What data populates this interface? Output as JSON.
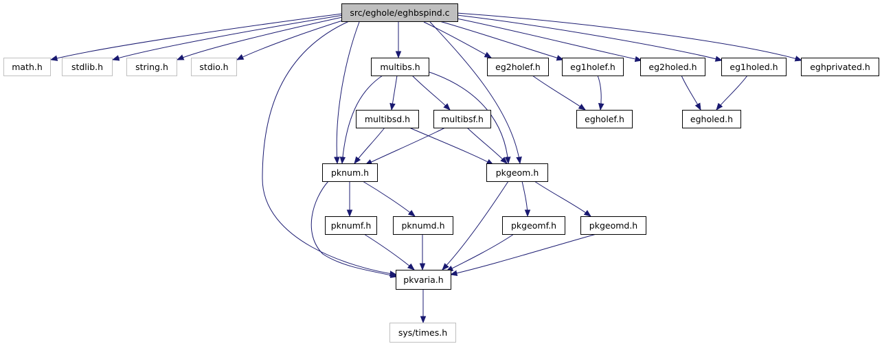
{
  "nodes": [
    {
      "id": "root",
      "label": "src/eghole/eghbspind.c",
      "style": "root"
    },
    {
      "id": "math",
      "label": "math.h",
      "style": "external"
    },
    {
      "id": "stdlib",
      "label": "stdlib.h",
      "style": "external"
    },
    {
      "id": "string",
      "label": "string.h",
      "style": "external"
    },
    {
      "id": "stdio",
      "label": "stdio.h",
      "style": "external"
    },
    {
      "id": "multibs",
      "label": "multibs.h",
      "style": "normal"
    },
    {
      "id": "eg2holef",
      "label": "eg2holef.h",
      "style": "normal"
    },
    {
      "id": "eg1holef",
      "label": "eg1holef.h",
      "style": "normal"
    },
    {
      "id": "eg2holed",
      "label": "eg2holed.h",
      "style": "normal"
    },
    {
      "id": "eg1holed",
      "label": "eg1holed.h",
      "style": "normal"
    },
    {
      "id": "eghprivated",
      "label": "eghprivated.h",
      "style": "normal"
    },
    {
      "id": "multibsd",
      "label": "multibsd.h",
      "style": "normal"
    },
    {
      "id": "multibsf",
      "label": "multibsf.h",
      "style": "normal"
    },
    {
      "id": "egholef",
      "label": "egholef.h",
      "style": "normal"
    },
    {
      "id": "egholed",
      "label": "egholed.h",
      "style": "normal"
    },
    {
      "id": "pknum",
      "label": "pknum.h",
      "style": "normal"
    },
    {
      "id": "pkgeom",
      "label": "pkgeom.h",
      "style": "normal"
    },
    {
      "id": "pknumf",
      "label": "pknumf.h",
      "style": "normal"
    },
    {
      "id": "pknumd",
      "label": "pknumd.h",
      "style": "normal"
    },
    {
      "id": "pkgeomf",
      "label": "pkgeomf.h",
      "style": "normal"
    },
    {
      "id": "pkgeomd",
      "label": "pkgeomd.h",
      "style": "normal"
    },
    {
      "id": "pkvaria",
      "label": "pkvaria.h",
      "style": "normal"
    },
    {
      "id": "systimes",
      "label": "sys/times.h",
      "style": "external"
    }
  ],
  "edges": [
    {
      "from": "root",
      "to": "math"
    },
    {
      "from": "root",
      "to": "stdlib"
    },
    {
      "from": "root",
      "to": "string"
    },
    {
      "from": "root",
      "to": "stdio"
    },
    {
      "from": "root",
      "to": "multibs"
    },
    {
      "from": "root",
      "to": "eg2holef"
    },
    {
      "from": "root",
      "to": "eg1holef"
    },
    {
      "from": "root",
      "to": "eg2holed"
    },
    {
      "from": "root",
      "to": "eg1holed"
    },
    {
      "from": "root",
      "to": "eghprivated"
    },
    {
      "from": "root",
      "to": "pknum"
    },
    {
      "from": "root",
      "to": "pkgeom"
    },
    {
      "from": "root",
      "to": "pkvaria"
    },
    {
      "from": "multibs",
      "to": "multibsd"
    },
    {
      "from": "multibs",
      "to": "multibsf"
    },
    {
      "from": "multibs",
      "to": "pknum"
    },
    {
      "from": "multibs",
      "to": "pkgeom"
    },
    {
      "from": "multibsd",
      "to": "pknum"
    },
    {
      "from": "multibsd",
      "to": "pkgeom"
    },
    {
      "from": "multibsf",
      "to": "pknum"
    },
    {
      "from": "multibsf",
      "to": "pkgeom"
    },
    {
      "from": "eg2holef",
      "to": "egholef"
    },
    {
      "from": "eg1holef",
      "to": "egholef"
    },
    {
      "from": "eg2holed",
      "to": "egholed"
    },
    {
      "from": "eg1holed",
      "to": "egholed"
    },
    {
      "from": "pknum",
      "to": "pknumf"
    },
    {
      "from": "pknum",
      "to": "pknumd"
    },
    {
      "from": "pknum",
      "to": "pkvaria"
    },
    {
      "from": "pkgeom",
      "to": "pkgeomf"
    },
    {
      "from": "pkgeom",
      "to": "pkgeomd"
    },
    {
      "from": "pkgeom",
      "to": "pkvaria"
    },
    {
      "from": "pknumf",
      "to": "pkvaria"
    },
    {
      "from": "pknumd",
      "to": "pkvaria"
    },
    {
      "from": "pkgeomf",
      "to": "pkvaria"
    },
    {
      "from": "pkgeomd",
      "to": "pkvaria"
    },
    {
      "from": "pkvaria",
      "to": "systimes"
    }
  ],
  "colors": {
    "edge": "#191970",
    "root_fill": "#bfbfbf",
    "node_border": "#000000",
    "external_border": "#bfbfbf",
    "node_text": "#000000"
  }
}
